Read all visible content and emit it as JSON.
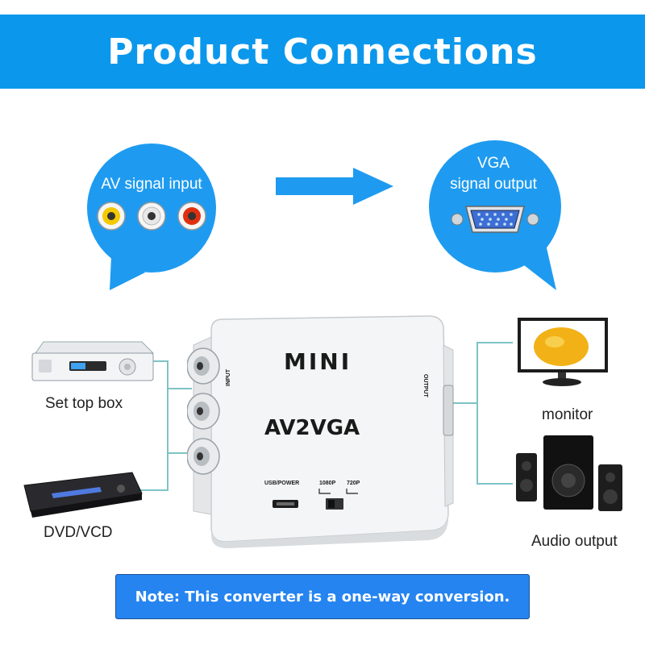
{
  "header": {
    "title": "Product Connections"
  },
  "bubbles": {
    "input": {
      "label": "AV signal input"
    },
    "output": {
      "line1": "VGA",
      "line2": "signal output"
    }
  },
  "converter": {
    "brand": "MINI",
    "model": "AV2VGA",
    "input_label": "INPUT",
    "output_label": "OUTPUT",
    "usb_label": "USB/POWER",
    "res_high": "1080P",
    "res_low": "720P"
  },
  "devices": {
    "left": [
      "Set top box",
      "DVD/VCD"
    ],
    "right": [
      "monitor",
      "Audio output"
    ]
  },
  "note": {
    "text": "Note: This converter is a one-way conversion."
  },
  "colors": {
    "header_blue": "#0b98ec",
    "bubble_blue": "#1e9bf0",
    "note_blue": "#2584f0",
    "connector_line": "#7ec3c6"
  }
}
